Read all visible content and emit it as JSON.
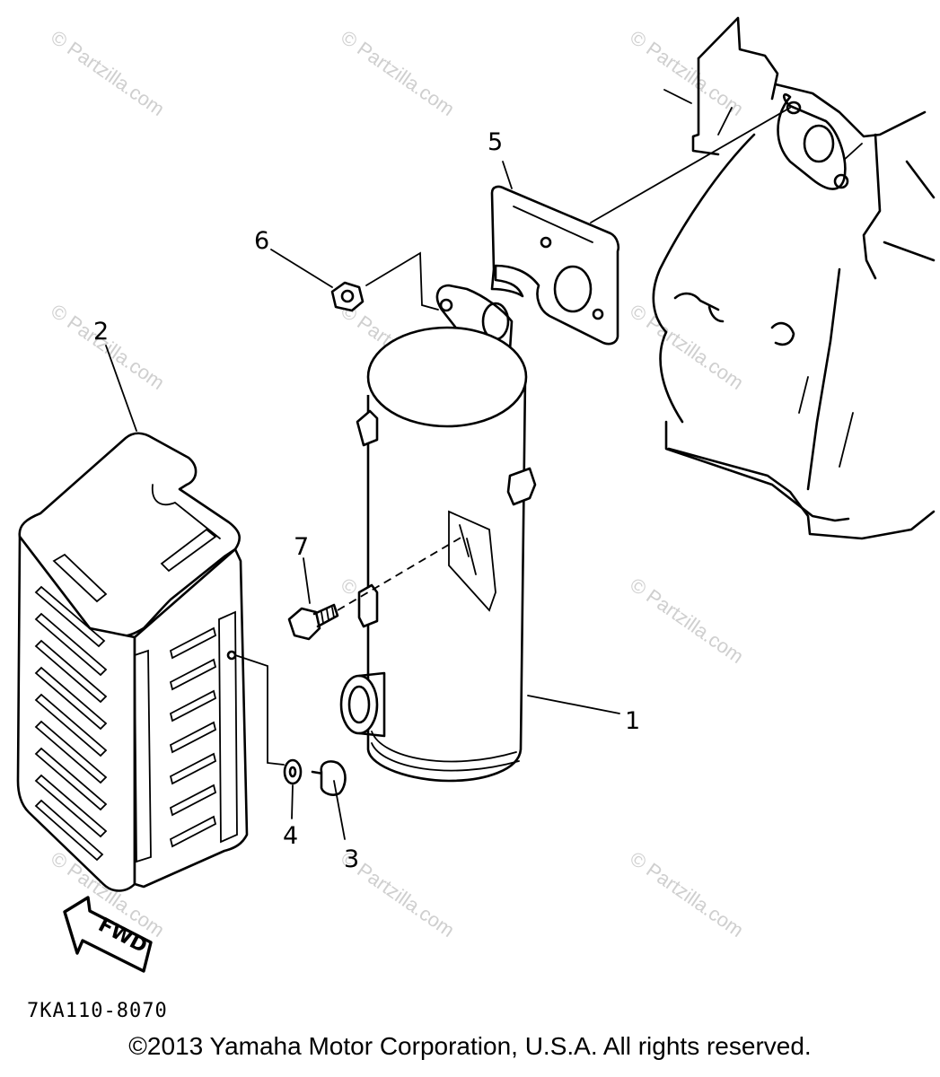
{
  "diagram": {
    "callouts": [
      "1",
      "2",
      "3",
      "4",
      "5",
      "6",
      "7"
    ],
    "part_code": "7KA110-8070",
    "direction_label": "FWD",
    "watermark": "© Partzilla.com"
  },
  "footer": {
    "copyright": "©2013 Yamaha Motor Corporation, U.S.A. All rights reserved."
  }
}
